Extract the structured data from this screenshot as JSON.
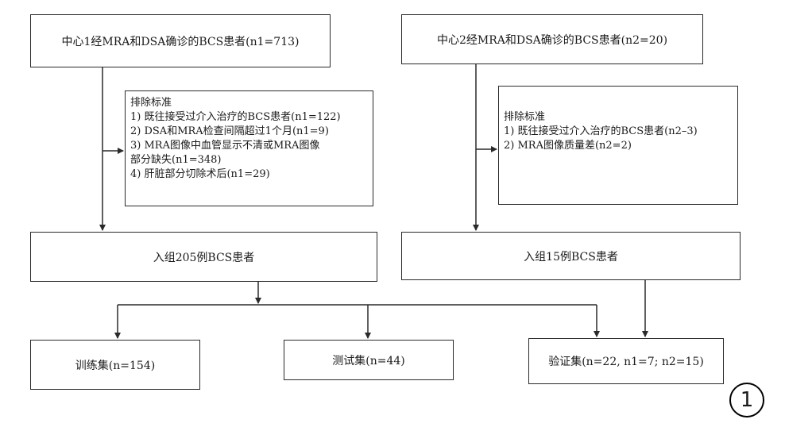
{
  "top_left": {
    "text": "中心1经MRA和DSA确诊的BCS患者(n1=713)"
  },
  "top_right": {
    "text": "中心2经MRA和DSA确诊的BCS患者(n2=20)"
  },
  "excl_left": {
    "title": "排除标准",
    "items": [
      "1) 既往接受过介入治疗的BCS患者(n1=122)",
      "2) DSA和MRA检查间隔超过1个月(n1=9)",
      "3) MRA图像中血管显示不清或MRA图像",
      "部分缺失(n1=348)",
      "4) 肝脏部分切除术后(n1=29)"
    ]
  },
  "excl_right": {
    "title": "排除标准",
    "items": [
      "1) 既往接受过介入治疗的BCS患者(n2–3)",
      "2) MRA图像质量差(n2=2)"
    ]
  },
  "enroll_left": {
    "text": "入组205例BCS患者"
  },
  "enroll_right": {
    "text": "入组15例BCS患者"
  },
  "train": {
    "text": "训练集(n=154)"
  },
  "test": {
    "text": "测试集(n=44)"
  },
  "valid": {
    "text": "验证集(n=22, n1=7; n2=15)"
  },
  "figure_number": "1"
}
